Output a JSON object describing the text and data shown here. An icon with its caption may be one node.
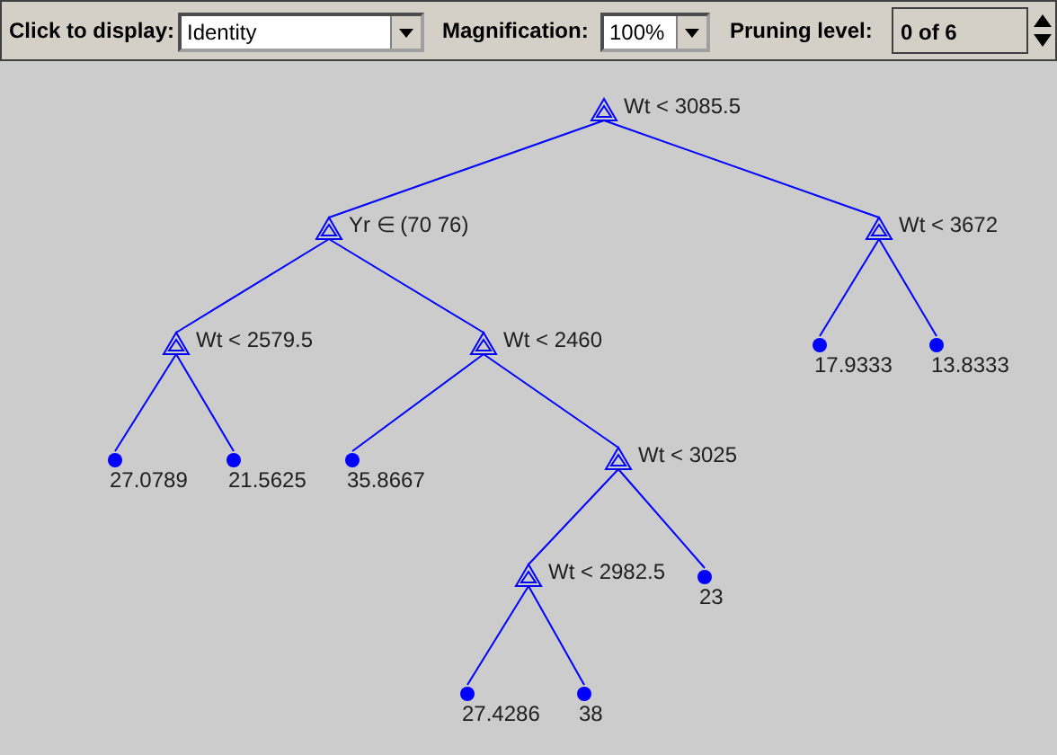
{
  "diagram": {
    "nodes": [
      {
        "text": [
          "Wt < 3085.5"
        ]
      },
      {
        "text": [
          "Yr ∈ (70 76)"
        ]
      },
      {
        "text": [
          "Wt < 3672"
        ]
      },
      {
        "text": [
          "Wt < 2579.5"
        ]
      },
      {
        "text": [
          "Wt < 2460"
        ]
      },
      {
        "text": [
          "17.9333"
        ]
      },
      {
        "text": [
          "13.8333"
        ]
      },
      {
        "text": [
          "Wt < 3025"
        ]
      },
      {
        "text": [
          "27.0789"
        ]
      },
      {
        "text": [
          "21.5625"
        ]
      },
      {
        "text": [
          "35.8667"
        ]
      },
      {
        "text": [
          "Wt < 2982.5"
        ]
      },
      {
        "text": [
          "23"
        ]
      },
      {
        "text": [
          "27.4286"
        ]
      },
      {
        "text": [
          "38"
        ]
      }
    ],
    "edges": [
      {
        "from": 0,
        "to": 1,
        "arrow": "none"
      },
      {
        "from": 0,
        "to": 2,
        "arrow": "none"
      },
      {
        "from": 1,
        "to": 3,
        "arrow": "none"
      },
      {
        "from": 1,
        "to": 4,
        "arrow": "none"
      },
      {
        "from": 2,
        "to": 5,
        "arrow": "none"
      },
      {
        "from": 2,
        "to": 6,
        "arrow": "none"
      },
      {
        "from": 3,
        "to": 8,
        "arrow": "none"
      },
      {
        "from": 3,
        "to": 9,
        "arrow": "none"
      },
      {
        "from": 4,
        "to": 10,
        "arrow": "none"
      },
      {
        "from": 4,
        "to": 7,
        "arrow": "none"
      },
      {
        "from": 7,
        "to": 11,
        "arrow": "none"
      },
      {
        "from": 7,
        "to": 12,
        "arrow": "none"
      },
      {
        "from": 11,
        "to": 13,
        "arrow": "none"
      },
      {
        "from": 11,
        "to": 14,
        "arrow": "none"
      }
    ],
    "labels": [
      "Click to display:",
      "Identity",
      "Magnification:",
      "100%",
      "Pruning level:",
      "0 of 6"
    ]
  }
}
